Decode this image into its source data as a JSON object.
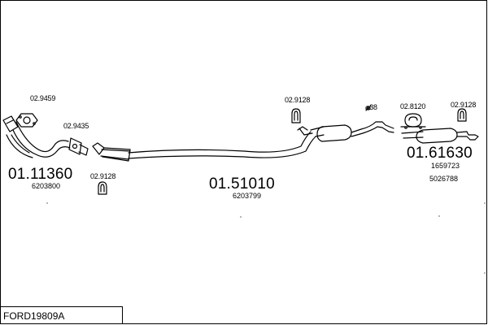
{
  "reference": "FORD19809A",
  "parts": [
    {
      "number": "01.11360",
      "oem": "6203800"
    },
    {
      "number": "01.51010",
      "oem": "6203799"
    },
    {
      "number": "01.61630",
      "oem_1": "1659723",
      "oem_2": "5026788"
    }
  ],
  "accessories": {
    "gasket_front": "02.9459",
    "clamp_front": "02.9435",
    "hanger_front": "02.9128",
    "hanger_middle": "02.9128",
    "hanger_rear": "02.9128",
    "clamp_rear": "02.8120",
    "pipe_diameter": "⌀38"
  }
}
